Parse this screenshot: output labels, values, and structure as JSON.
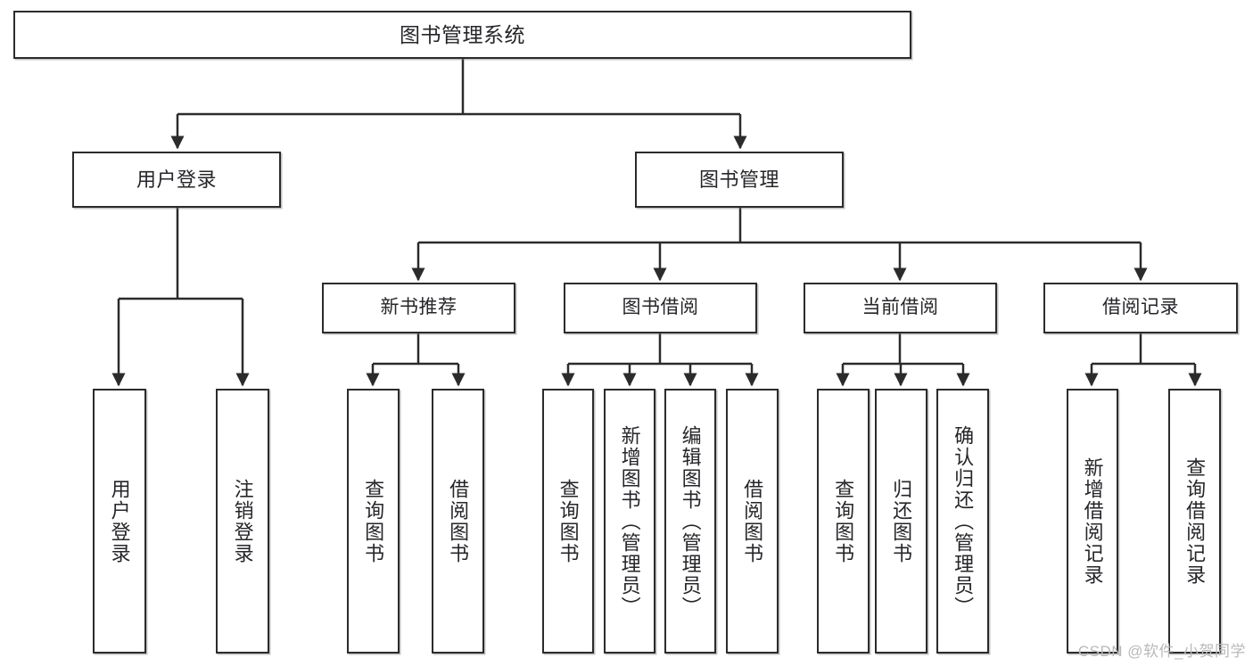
{
  "diagram": {
    "title": "图书管理系统",
    "type": "hierarchy-tree",
    "watermark": "CSDN @软件_小贺同学",
    "colors": {
      "stroke": "#2b2b2b",
      "fill": "#ffffff",
      "text": "#26262a",
      "watermark": "#b9b9b9"
    },
    "nodes": {
      "root": {
        "label": "图书管理系统"
      },
      "level2": [
        {
          "id": "user-login",
          "label": "用户登录"
        },
        {
          "id": "book-manage",
          "label": "图书管理"
        }
      ],
      "level3": [
        {
          "id": "new-book-recommend",
          "label": "新书推荐"
        },
        {
          "id": "book-borrow",
          "label": "图书借阅"
        },
        {
          "id": "current-borrow",
          "label": "当前借阅"
        },
        {
          "id": "borrow-record",
          "label": "借阅记录"
        }
      ],
      "leaves": {
        "user-login": [
          {
            "id": "leaf-user-login",
            "label": "用户登录"
          },
          {
            "id": "leaf-logout-login",
            "label": "注销登录"
          }
        ],
        "new-book-recommend": [
          {
            "id": "leaf-query-book-1",
            "label": "查询图书"
          },
          {
            "id": "leaf-borrow-book-1",
            "label": "借阅图书"
          }
        ],
        "book-borrow": [
          {
            "id": "leaf-query-book-2",
            "label": "查询图书"
          },
          {
            "id": "leaf-add-book",
            "label": "新增图书（管理员）"
          },
          {
            "id": "leaf-edit-book",
            "label": "编辑图书（管理员）"
          },
          {
            "id": "leaf-borrow-book-2",
            "label": "借阅图书"
          }
        ],
        "current-borrow": [
          {
            "id": "leaf-query-book-3",
            "label": "查询图书"
          },
          {
            "id": "leaf-return-book",
            "label": "归还图书"
          },
          {
            "id": "leaf-confirm-return",
            "label": "确认归还（管理员）"
          }
        ],
        "borrow-record": [
          {
            "id": "leaf-add-record",
            "label": "新增借阅记录"
          },
          {
            "id": "leaf-query-record",
            "label": "查询借阅记录"
          }
        ]
      }
    }
  }
}
